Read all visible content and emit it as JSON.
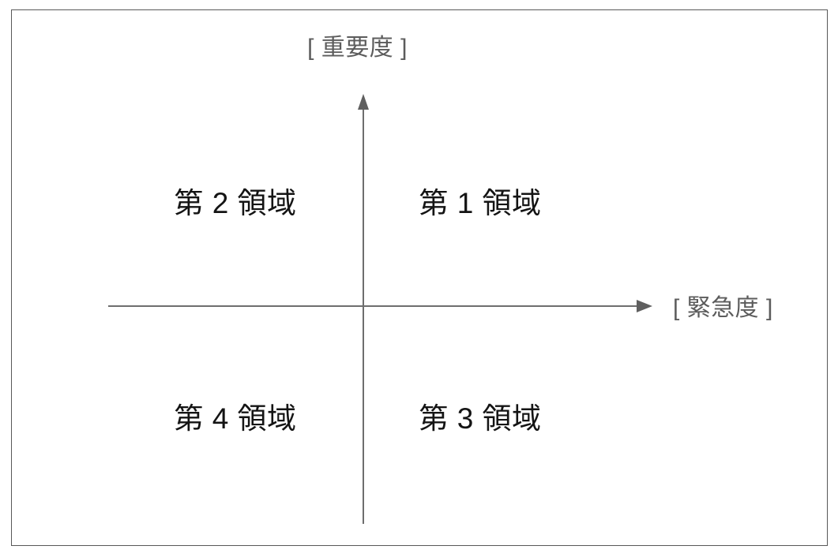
{
  "diagram": {
    "type": "priority-matrix",
    "title": "",
    "axes": {
      "y": {
        "label": "[ 重要度 ]",
        "meaning": "Importance",
        "direction": "up",
        "color": "#5c5c5c"
      },
      "x": {
        "label": "[ 緊急度 ]",
        "meaning": "Urgency",
        "direction": "right",
        "color": "#5c5c5c"
      }
    },
    "quadrants": [
      {
        "id": "q1",
        "label": "第 1 領域",
        "position": "top-right",
        "importance": "high",
        "urgency": "high"
      },
      {
        "id": "q2",
        "label": "第 2 領域",
        "position": "top-left",
        "importance": "high",
        "urgency": "low"
      },
      {
        "id": "q3",
        "label": "第 3 領域",
        "position": "bottom-right",
        "importance": "low",
        "urgency": "high"
      },
      {
        "id": "q4",
        "label": "第 4 領域",
        "position": "bottom-left",
        "importance": "low",
        "urgency": "low"
      }
    ],
    "colors": {
      "background": "#ffffff",
      "frame_border": "#585858",
      "axis_line": "#6e6e6e",
      "axis_arrow": "#5f5f5f",
      "quadrant_text": "#141414",
      "axis_text": "#5c5c5c"
    }
  }
}
